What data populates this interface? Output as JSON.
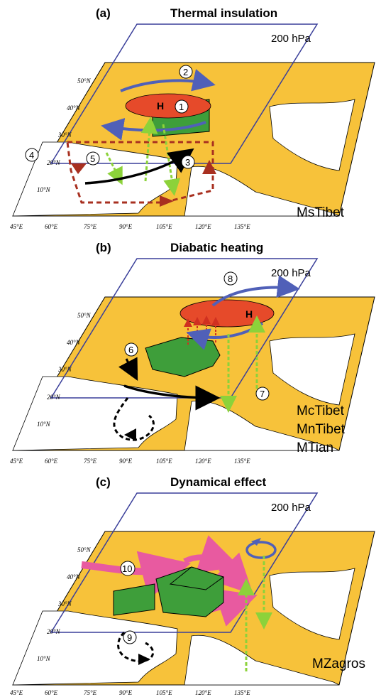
{
  "colors": {
    "land": "#f7c23a",
    "ocean": "#ffffff",
    "plane_border": "#3a3f9a",
    "high_fill": "#e64a2a",
    "plateau_fill": "#3e9e3a",
    "jet_arrow": "#5060b8",
    "vertical_motion": "#8cd23a",
    "monsoon_loop": "#a83020",
    "lowlevel_flow": "#000000",
    "pink_flow": "#e85aa0",
    "heating_arrow": "#d03020"
  },
  "icons": [
    "high-pressure-ellipse",
    "plateau-block",
    "circulation-arrow",
    "numbered-marker"
  ],
  "panels": [
    {
      "letter": "(a)",
      "title": "Thermal insulation",
      "level": "200 hPa",
      "experiments": [
        "MsTibet"
      ],
      "lat_labels": [
        "50°N",
        "40°N",
        "30°N",
        "20°N",
        "10°N"
      ],
      "lon_labels": [
        "45°E",
        "60°E",
        "75°E",
        "90°E",
        "105°E",
        "120°E",
        "135°E"
      ],
      "high_label": "H",
      "markers": [
        "1",
        "2",
        "3",
        "4",
        "5"
      ]
    },
    {
      "letter": "(b)",
      "title": "Diabatic heating",
      "level": "200 hPa",
      "experiments": [
        "McTibet",
        "MnTibet",
        "MTian"
      ],
      "lat_labels": [
        "50°N",
        "40°N",
        "30°N",
        "20°N",
        "10°N"
      ],
      "lon_labels": [
        "45°E",
        "60°E",
        "75°E",
        "90°E",
        "105°E",
        "120°E",
        "135°E"
      ],
      "high_label": "H",
      "markers": [
        "6",
        "7",
        "8"
      ]
    },
    {
      "letter": "(c)",
      "title": "Dynamical effect",
      "level": "200 hPa",
      "experiments": [
        "MZagros"
      ],
      "lat_labels": [
        "50°N",
        "40°N",
        "30°N",
        "20°N",
        "10°N"
      ],
      "lon_labels": [
        "45°E",
        "60°E",
        "75°E",
        "90°E",
        "105°E",
        "120°E",
        "135°E"
      ],
      "markers": [
        "9",
        "10"
      ]
    }
  ]
}
